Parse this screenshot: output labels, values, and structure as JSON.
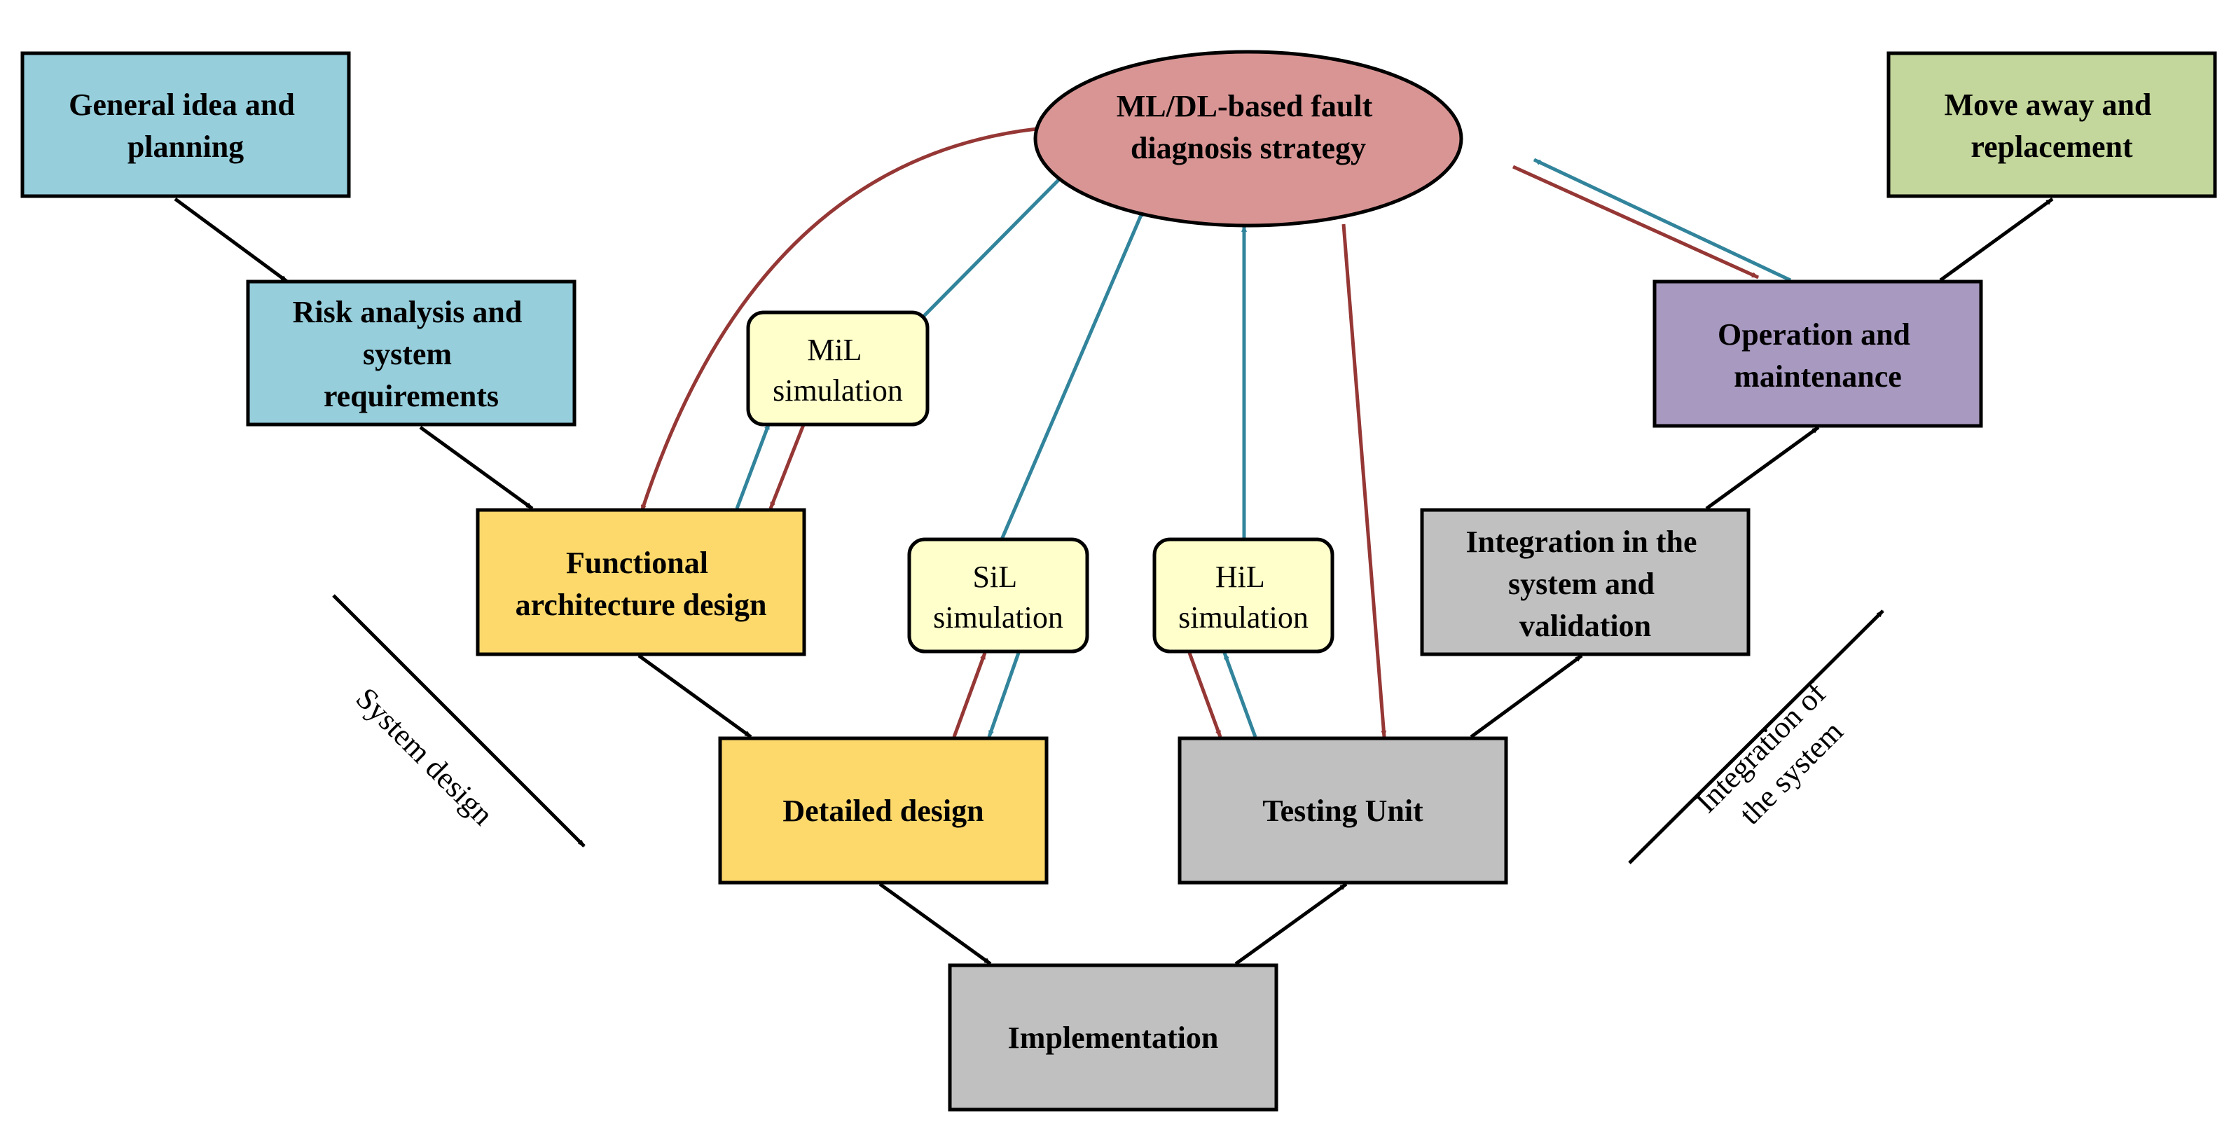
{
  "colors": {
    "blue_box": "#96cedc",
    "yellow_box": "#fdd86b",
    "gray_box": "#c0c0c0",
    "purple_box": "#a899c0",
    "green_box": "#c3d69b",
    "ellipse": "#d99594",
    "sim_box": "#ffffcc",
    "arrow_black": "#000000",
    "arrow_red": "#953735",
    "arrow_teal": "#31849b"
  },
  "nodes": {
    "general_idea": [
      "General idea and",
      "planning"
    ],
    "risk_analysis": [
      "Risk analysis and",
      "system",
      "requirements"
    ],
    "functional_arch": [
      "Functional",
      "architecture design"
    ],
    "detailed_design": [
      "Detailed design"
    ],
    "implementation": [
      "Implementation"
    ],
    "testing_unit": [
      "Testing Unit"
    ],
    "integration_validation": [
      "Integration in the",
      "system and",
      "validation"
    ],
    "operation_maintenance": [
      "Operation and",
      "maintenance"
    ],
    "move_away": [
      "Move away and",
      "replacement"
    ],
    "ml_strategy": [
      "ML/DL-based fault",
      "diagnosis strategy"
    ],
    "mil_sim": [
      "MiL",
      "simulation"
    ],
    "sil_sim": [
      "SiL",
      "simulation"
    ],
    "hil_sim": [
      "HiL",
      "simulation"
    ]
  },
  "labels": {
    "system_design": "System design",
    "integration_system": [
      "Integration of",
      "the system"
    ]
  }
}
